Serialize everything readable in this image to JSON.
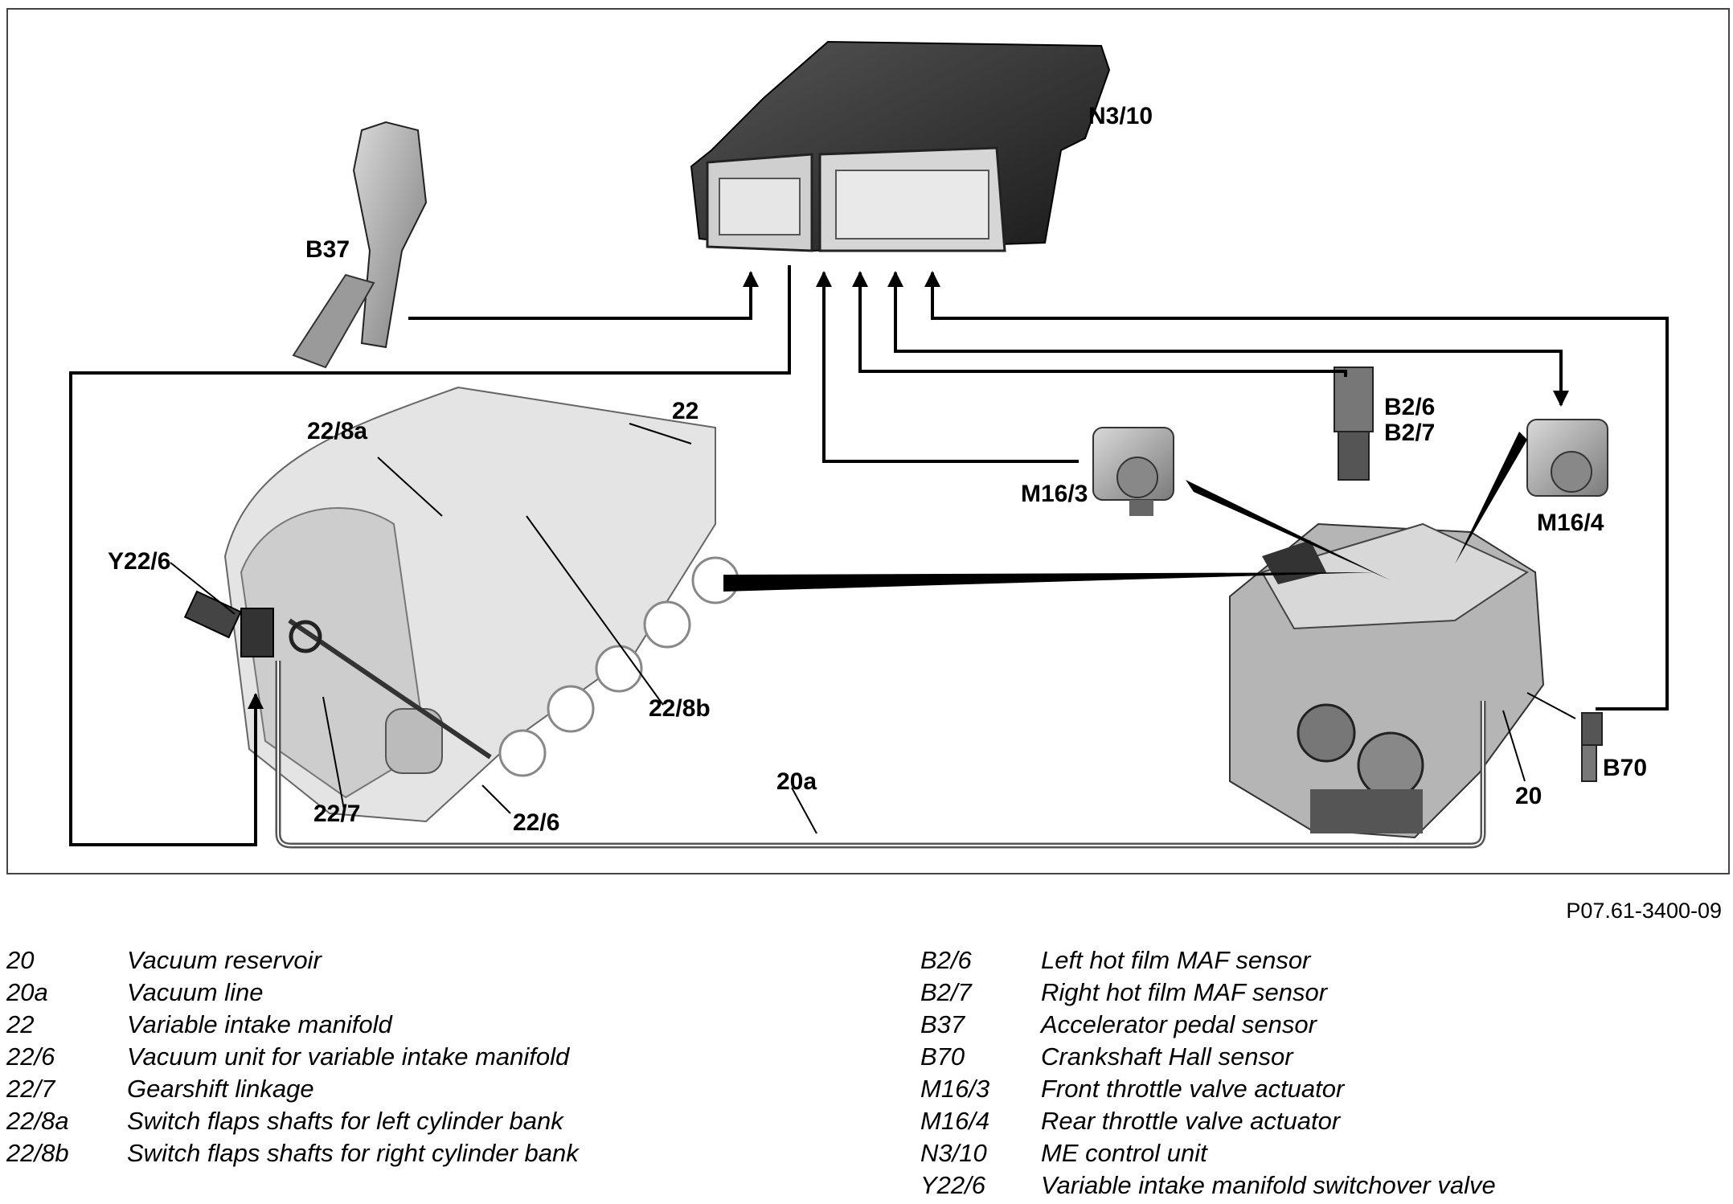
{
  "callouts": {
    "n3_10": "N3/10",
    "b37": "B37",
    "m16_3": "M16/3",
    "b2_6": "B2/6",
    "b2_7": "B2/7",
    "m16_4": "M16/4",
    "c22": "22",
    "c22_8a": "22/8a",
    "y22_6": "Y22/6",
    "c22_8b": "22/8b",
    "c20a": "20a",
    "c22_7": "22/7",
    "c22_6": "22/6",
    "b70": "B70",
    "c20": "20"
  },
  "figure_id": "P07.61-3400-09",
  "legend_left": [
    {
      "code": "20",
      "text": "Vacuum reservoir"
    },
    {
      "code": "20a",
      "text": "Vacuum line"
    },
    {
      "code": "22",
      "text": "Variable intake manifold"
    },
    {
      "code": "22/6",
      "text": "Vacuum unit for variable intake manifold"
    },
    {
      "code": "22/7",
      "text": "Gearshift linkage"
    },
    {
      "code": "22/8a",
      "text": "Switch flaps shafts for left cylinder bank"
    },
    {
      "code": "22/8b",
      "text": "Switch flaps shafts for right cylinder bank"
    }
  ],
  "legend_right": [
    {
      "code": "B2/6",
      "text": "Left hot film MAF sensor"
    },
    {
      "code": "B2/7",
      "text": "Right hot film MAF sensor"
    },
    {
      "code": "B37",
      "text": "Accelerator pedal sensor"
    },
    {
      "code": "B70",
      "text": "Crankshaft Hall sensor"
    },
    {
      "code": "M16/3",
      "text": "Front throttle valve actuator"
    },
    {
      "code": "M16/4",
      "text": "Rear throttle valve actuator"
    },
    {
      "code": "N3/10",
      "text": "ME control unit"
    },
    {
      "code": "Y22/6",
      "text": "Variable intake manifold switchover valve"
    }
  ]
}
